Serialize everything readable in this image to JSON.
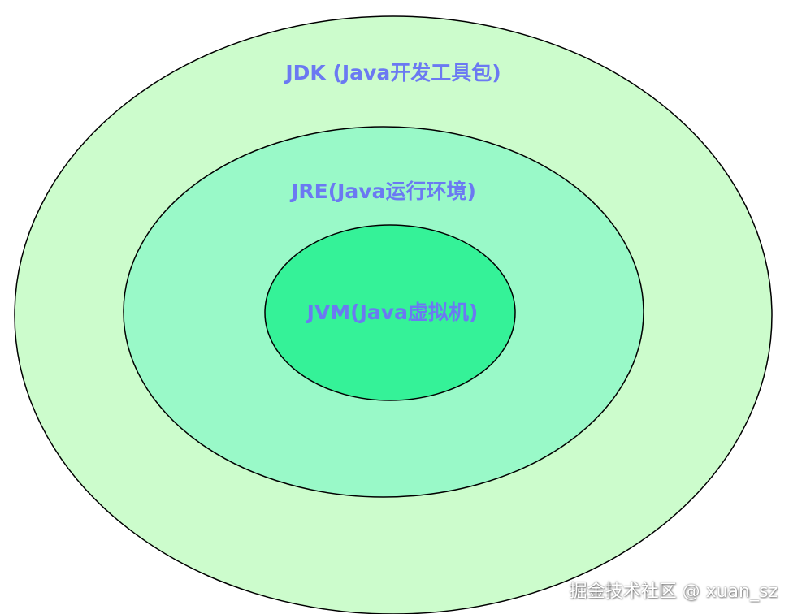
{
  "diagram": {
    "jdk": {
      "label": "JDK (Java开发工具包)",
      "fill": "#ccfccc"
    },
    "jre": {
      "label": "JRE(Java运行环境)",
      "fill": "#99f9c8"
    },
    "jvm": {
      "label": "JVM(Java虚拟机)",
      "fill": "#35f298"
    },
    "label_color": "#6b79f2",
    "outline_color": "#000000"
  },
  "watermark": "掘金技术社区 @ xuan_sz"
}
